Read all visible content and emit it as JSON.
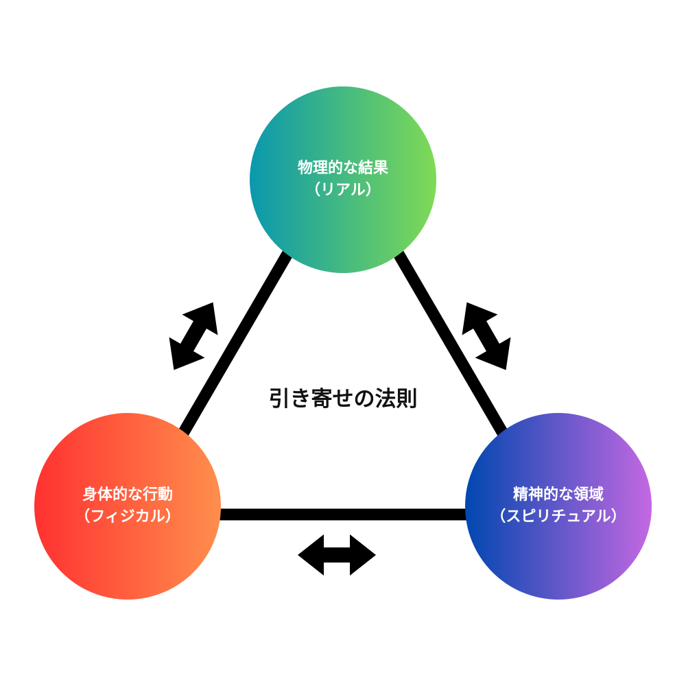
{
  "title": "引き寄せの法則",
  "nodes": {
    "top": {
      "line1": "物理的な結果",
      "line2": "（リアル）",
      "gradient": [
        "#0a98ad",
        "#7fda55"
      ]
    },
    "left": {
      "line1": "身体的な行動",
      "line2": "（フィジカル）",
      "gradient": [
        "#ff3131",
        "#ff8e4c"
      ]
    },
    "right": {
      "line1": "精神的な領域",
      "line2": "（スピリチュアル）",
      "gradient": [
        "#0047b0",
        "#c468e2"
      ]
    }
  },
  "arrows": [
    "bidirectional-left-top",
    "bidirectional-top-right",
    "bidirectional-left-right"
  ]
}
